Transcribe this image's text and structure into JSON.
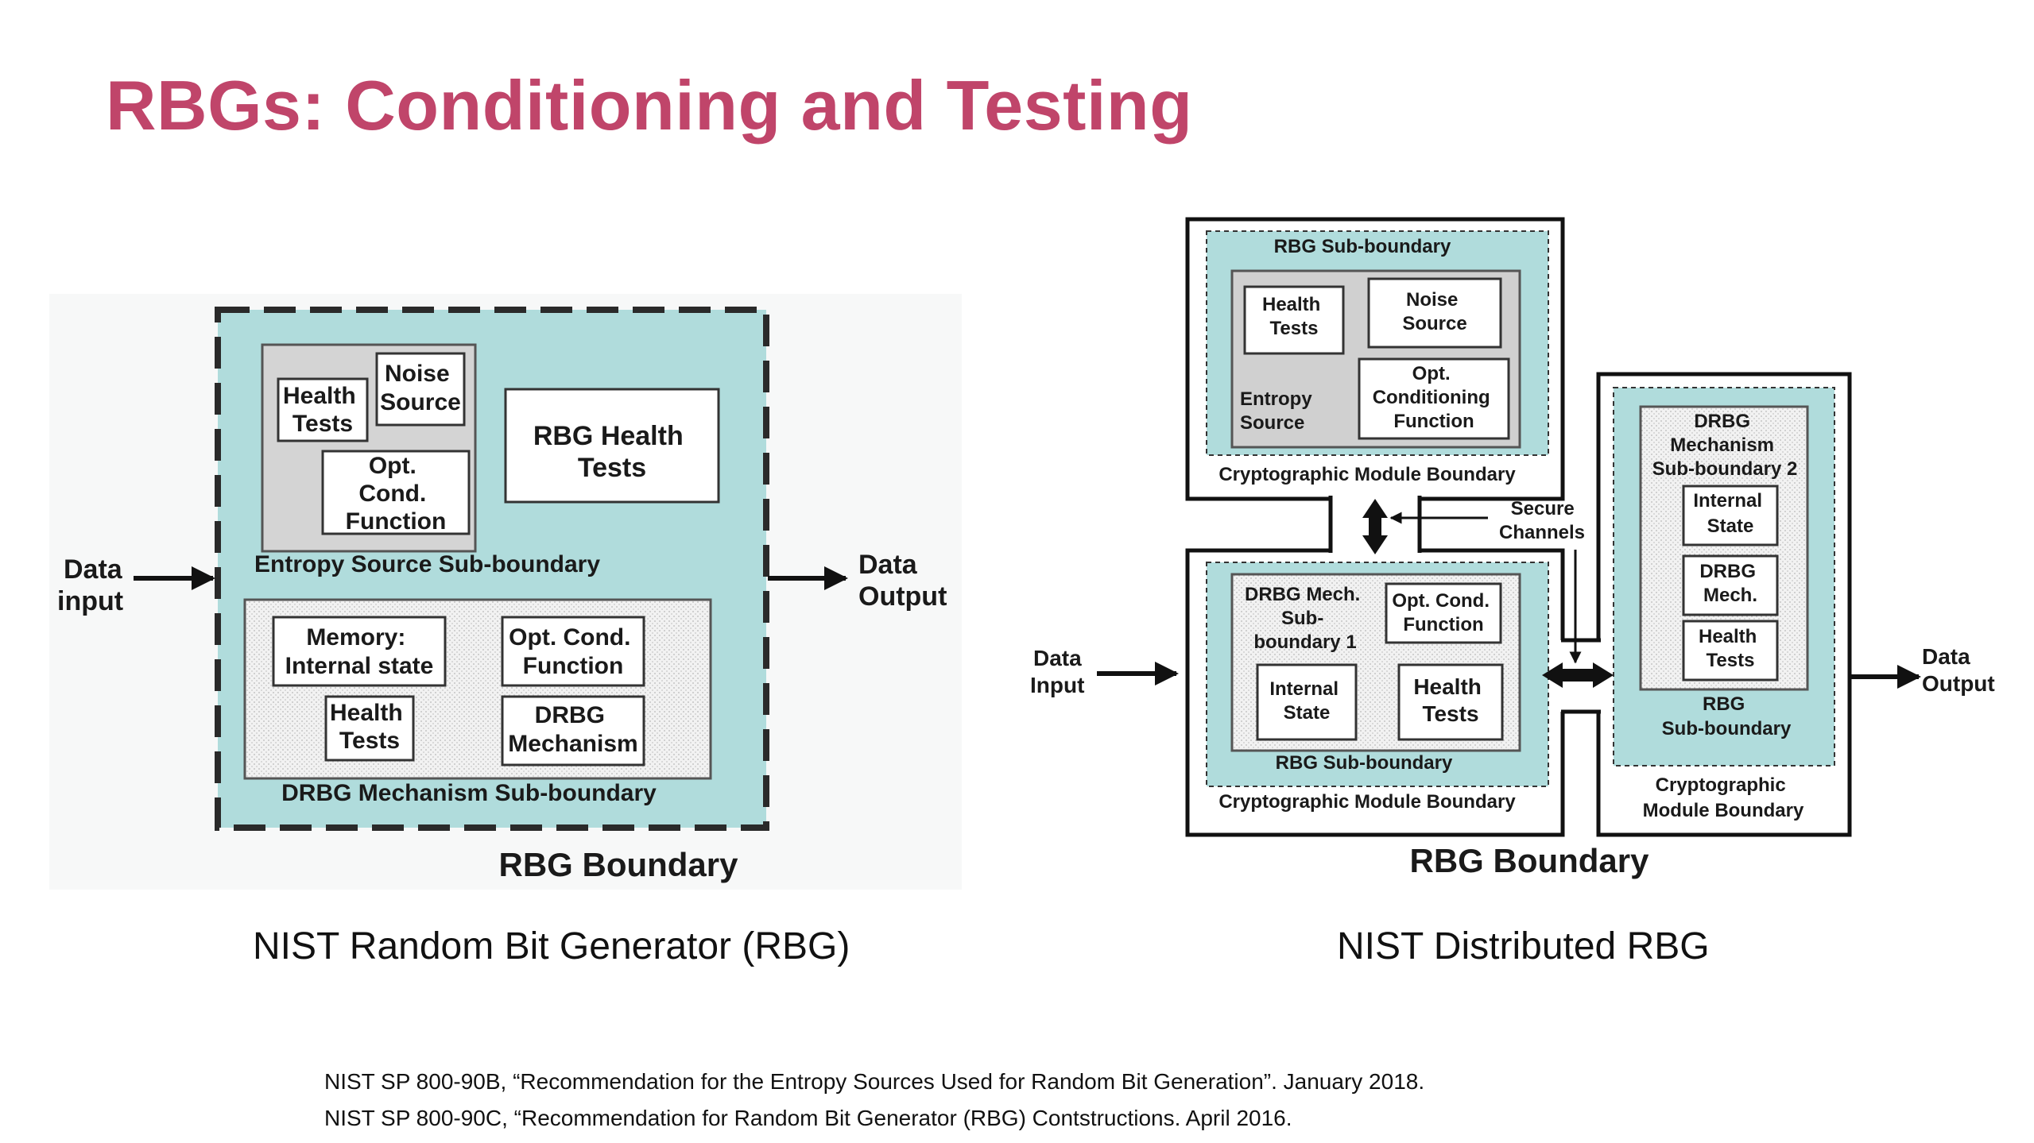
{
  "slide": {
    "title": "RBGs: Conditioning and Testing",
    "accent_color": "#c0456a"
  },
  "left_diagram": {
    "caption": "NIST Random Bit Generator (RBG)",
    "data_input": [
      "Data",
      "input"
    ],
    "data_output": [
      "Data",
      "Output"
    ],
    "rbg_boundary": "RBG Boundary",
    "entropy_sub_boundary": "Entropy Source Sub-boundary",
    "health_tests": [
      "Health",
      "Tests"
    ],
    "noise_source": [
      "Noise",
      "Source"
    ],
    "opt_cond_function": [
      "Opt.",
      "Cond.",
      "Function"
    ],
    "rbg_health_tests": [
      "RBG Health",
      "Tests"
    ],
    "memory_internal_state": [
      "Memory:",
      "Internal state"
    ],
    "drbg_opt_cond_function": [
      "Opt. Cond.",
      "Function"
    ],
    "drbg_health_tests": [
      "Health",
      "Tests"
    ],
    "drbg_mechanism": [
      "DRBG",
      "Mechanism"
    ],
    "drbg_sub_boundary": "DRBG Mechanism Sub-boundary"
  },
  "right_diagram": {
    "caption": "NIST Distributed RBG",
    "top_module": {
      "rbg_sub_boundary": "RBG Sub-boundary",
      "health_tests": [
        "Health",
        "Tests"
      ],
      "noise_source": [
        "Noise",
        "Source"
      ],
      "entropy_source": [
        "Entropy",
        "Source"
      ],
      "opt_conditioning_function": [
        "Opt.",
        "Conditioning",
        "Function"
      ],
      "crypto_boundary": "Cryptographic Module Boundary"
    },
    "secure_channels": [
      "Secure",
      "Channels"
    ],
    "bottom_module": {
      "drbg_mech_sub_boundary_1": [
        "DRBG Mech.",
        "Sub-",
        "boundary 1"
      ],
      "opt_cond_function": [
        "Opt. Cond.",
        "Function"
      ],
      "internal_state": [
        "Internal",
        "State"
      ],
      "health_tests": [
        "Health",
        "Tests"
      ],
      "rbg_sub_boundary": "RBG Sub-boundary",
      "crypto_boundary": "Cryptographic Module Boundary"
    },
    "right_module": {
      "drbg_mech_sub_boundary_2": [
        "DRBG",
        "Mechanism",
        "Sub-boundary 2"
      ],
      "internal_state": [
        "Internal",
        "State"
      ],
      "drbg_mech": [
        "DRBG",
        "Mech."
      ],
      "health_tests": [
        "Health",
        "Tests"
      ],
      "rbg_sub_boundary": [
        "RBG",
        "Sub-boundary"
      ],
      "crypto_boundary": [
        "Cryptographic",
        "Module Boundary"
      ]
    },
    "data_input": [
      "Data",
      "Input"
    ],
    "data_output": [
      "Data",
      "Output"
    ],
    "rbg_boundary": "RBG Boundary"
  },
  "references": [
    "NIST SP 800-90B, “Recommendation for the Entropy Sources Used for Random Bit Generation”. January 2018.",
    "NIST SP 800-90C, “Recommendation for Random Bit Generator (RBG) Contstructions. April 2016."
  ]
}
